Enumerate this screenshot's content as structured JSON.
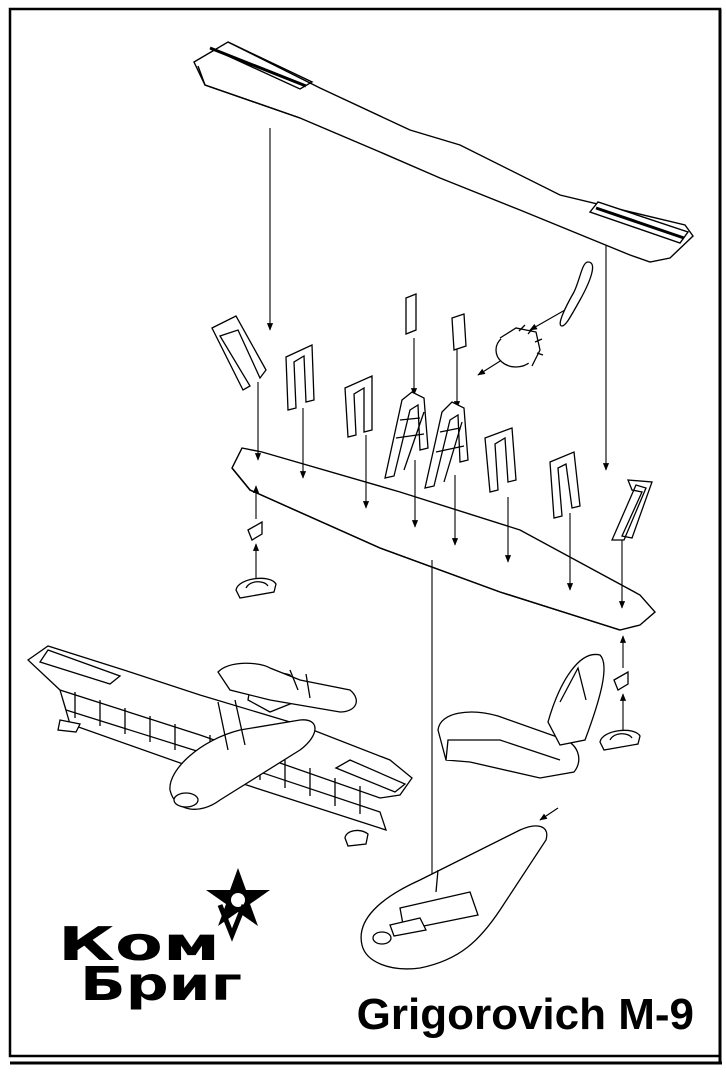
{
  "title": "Grigorovich M-9",
  "logo": {
    "line1": "Ком",
    "line2": "Бриг",
    "emblem": "star-hammer-sickle-icon"
  },
  "colors": {
    "ink": "#000000",
    "paper": "#ffffff"
  }
}
